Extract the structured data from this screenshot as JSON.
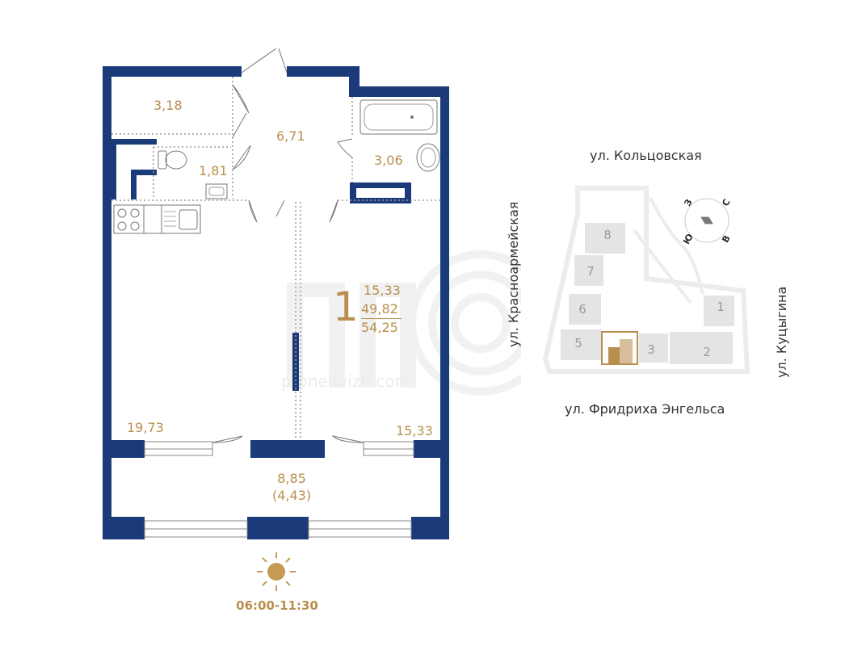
{
  "plan": {
    "rooms": {
      "storage": "3,18",
      "hall": "6,71",
      "wc": "1,81",
      "bathroom": "3,06",
      "living": "19,73",
      "bedroom": "15,33",
      "balcony": "8,85",
      "balcony_reduced": "(4,43)"
    },
    "summary": {
      "rooms_count": "1",
      "living_area": "15,33",
      "total_area": "49,82",
      "total_with_balcony": "54,25"
    },
    "watermark": "pronedvizh.com"
  },
  "sun": {
    "hours": "06:00-11:30"
  },
  "site_map": {
    "streets": {
      "top": "ул. Кольцовская",
      "bottom": "ул. Фридриха Энгельса",
      "left": "ул. Красноармейская",
      "right": "ул. Куцыгина"
    },
    "buildings": [
      "1",
      "2",
      "3",
      "5",
      "6",
      "7",
      "8"
    ],
    "compass": {
      "n": "С",
      "s": "Ю",
      "w": "З",
      "e": "В"
    }
  },
  "colors": {
    "wall": "#1b3a7a",
    "accent": "#b98f4e",
    "site_block": "#e4e4e4",
    "site_outline": "#eeeeee"
  }
}
